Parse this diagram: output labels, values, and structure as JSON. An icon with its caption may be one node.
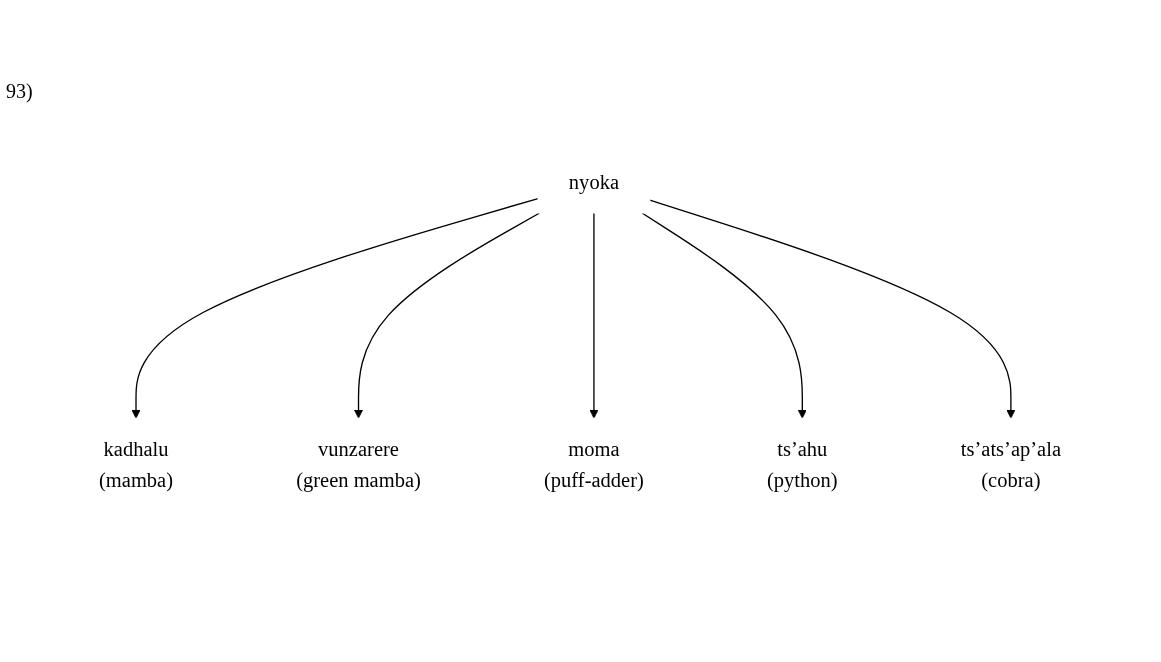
{
  "diagram": {
    "nodes": [
      {
        "text": [
          "nyoka"
        ]
      },
      {
        "text": [
          "kadhalu",
          "(mamba)"
        ]
      },
      {
        "text": [
          "vunzarere",
          "(green mamba)"
        ]
      },
      {
        "text": [
          "moma",
          "(puff-adder)"
        ]
      },
      {
        "text": [
          "ts’ahu",
          "(python)"
        ]
      },
      {
        "text": [
          "ts’ats’ap’ala",
          "(cobra)"
        ]
      }
    ],
    "edges": [
      {
        "from": 0,
        "to": 1,
        "arrow": "to"
      },
      {
        "from": 0,
        "to": 2,
        "arrow": "to"
      },
      {
        "from": 0,
        "to": 3,
        "arrow": "to"
      },
      {
        "from": 0,
        "to": 4,
        "arrow": "to"
      },
      {
        "from": 0,
        "to": 5,
        "arrow": "to"
      }
    ],
    "labels": [
      "93)"
    ]
  }
}
